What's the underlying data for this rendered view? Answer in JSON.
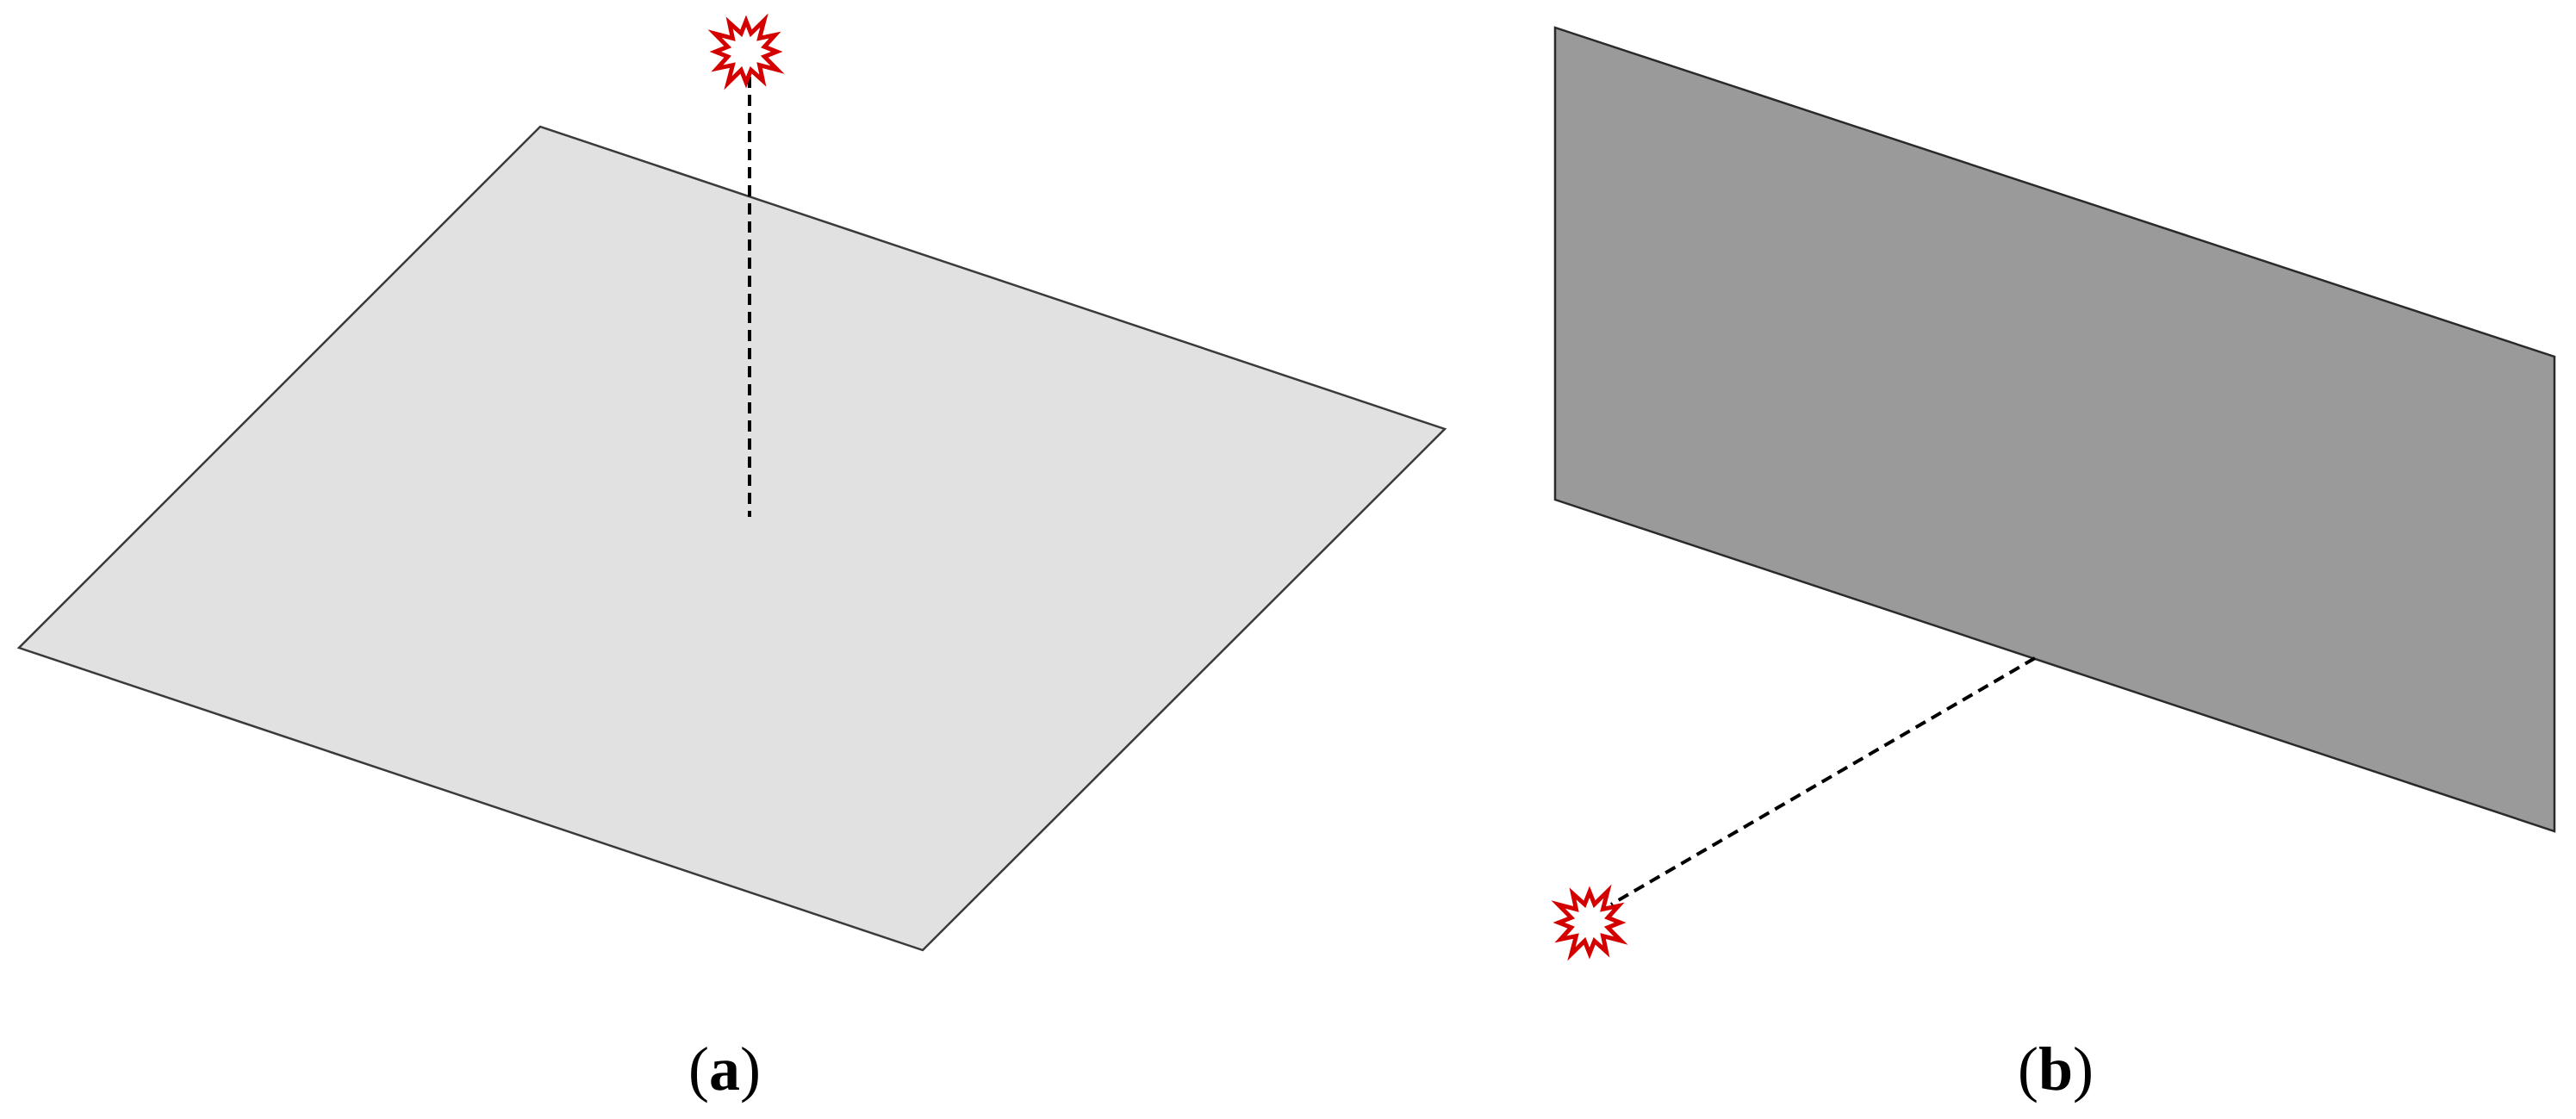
{
  "panels": [
    {
      "id": "a",
      "caption_letter": "a",
      "plane_fill": "#e1e1e1",
      "plane_stroke": "#3a3a3a",
      "explosion_fill": "#ffffff",
      "explosion_stroke": "#d40000",
      "line_color": "#000000"
    },
    {
      "id": "b",
      "caption_letter": "b",
      "plane_fill": "#9a9a9a",
      "plane_stroke": "#2a2a2a",
      "explosion_fill": "#ffffff",
      "explosion_stroke": "#d40000",
      "line_color": "#000000"
    }
  ],
  "caption_open": "(",
  "caption_close": ")"
}
